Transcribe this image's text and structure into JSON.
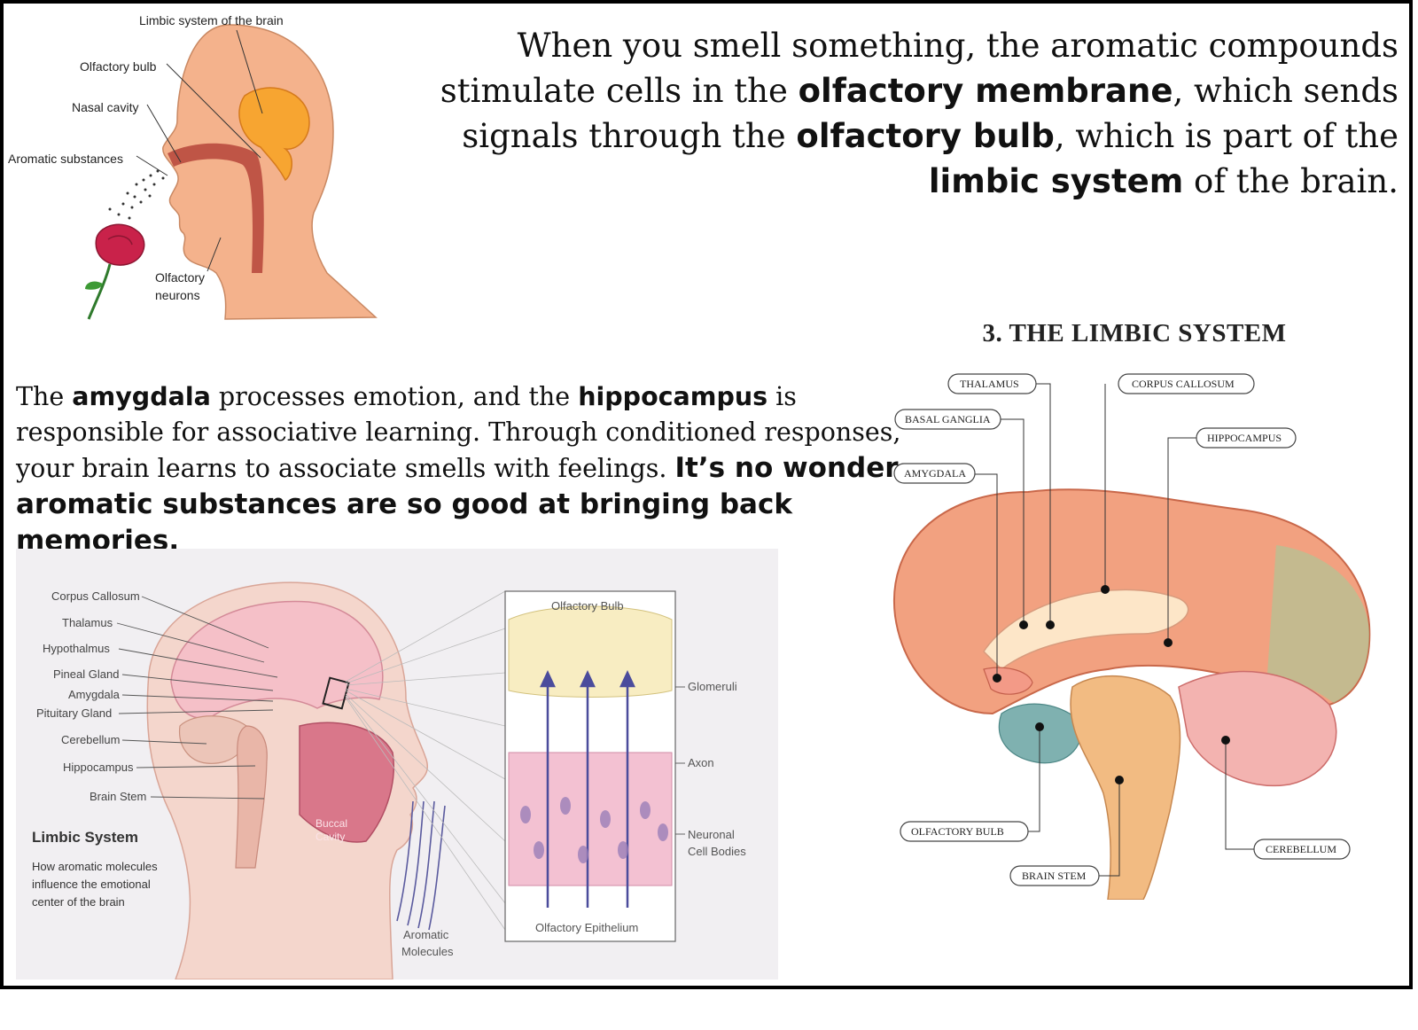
{
  "intro": {
    "p1": "When you smell something, the aromatic compounds stimulate cells in the ",
    "b1": "olfactory membrane",
    "p2": ", which sends signals through the ",
    "b2": "olfactory bulb",
    "p3": ", which is part of the ",
    "b3": "limbic system",
    "p4": " of the brain."
  },
  "amygdala_text": {
    "p1": "The ",
    "b1": "amygdala",
    "p2": " processes emotion, and the ",
    "b2": "hippocampus",
    "p3": " is responsible for associative learning. Through conditioned responses, your brain learns to associate smells with feelings. ",
    "b3": "It’s no wonder aromatic substances are so good at bringing back memories."
  },
  "nose_diagram": {
    "labels": {
      "limbic": "Limbic system of the brain",
      "bulb": "Olfactory bulb",
      "nasal": "Nasal cavity",
      "aromatic": "Aromatic substances",
      "neurons_1": "Olfactory",
      "neurons_2": "neurons"
    }
  },
  "head_diagram": {
    "left_labels": [
      "Corpus Callosum",
      "Thalamus",
      "Hypothalmus",
      "Pineal Gland",
      "Amygdala",
      "Pituitary Gland",
      "Cerebellum",
      "Hippocampus",
      "Brain Stem"
    ],
    "title": "Limbic System",
    "caption_1": "How aromatic molecules",
    "caption_2": "influence the emotional",
    "caption_3": "center of the brain",
    "buccal_1": "Buccal",
    "buccal_2": "Cavity",
    "aromatic_1": "Aromatic",
    "aromatic_2": "Molecules",
    "inset": {
      "top": "Olfactory Bulb",
      "bottom": "Olfactory Epithelium",
      "glomeruli": "Glomeruli",
      "axon": "Axon",
      "neuronal_1": "Neuronal",
      "neuronal_2": "Cell Bodies"
    }
  },
  "brain_diagram": {
    "title": "3. THE LIMBIC SYSTEM",
    "labels": {
      "thalamus": "THALAMUS",
      "corpus": "CORPUS CALLOSUM",
      "basal": "BASAL GANGLIA",
      "hippocampus": "HIPPOCAMPUS",
      "amygdala": "AMYGDALA",
      "olfactory": "OLFACTORY BULB",
      "brainstem": "BRAIN STEM",
      "cerebellum": "CEREBELLUM"
    }
  }
}
